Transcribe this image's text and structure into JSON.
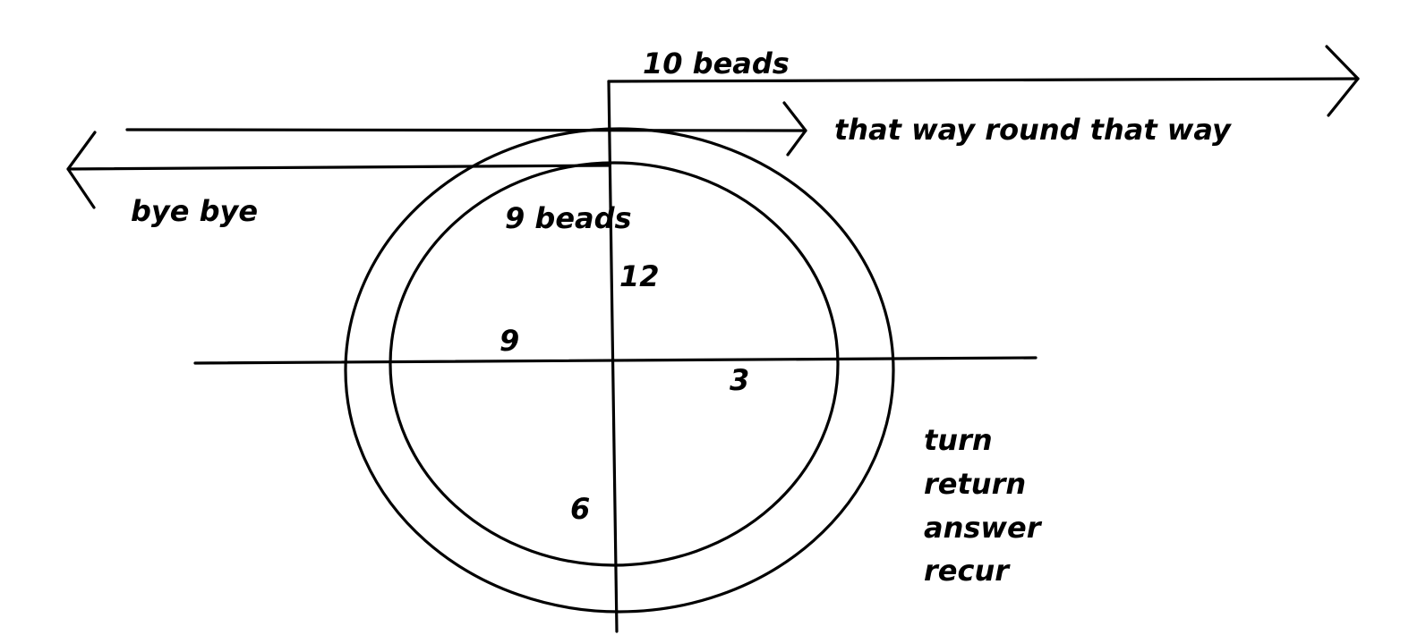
{
  "labels": {
    "ten_beads": "10 beads",
    "that_way": "that way round that way",
    "bye_bye": "bye bye",
    "nine_beads": "9 beads",
    "twelve": "12",
    "nine": "9",
    "three": "3",
    "six": "6",
    "words": [
      "turn",
      "return",
      "answer",
      "recur"
    ]
  },
  "colors": {
    "ink": "#000000",
    "background": "#ffffff"
  }
}
